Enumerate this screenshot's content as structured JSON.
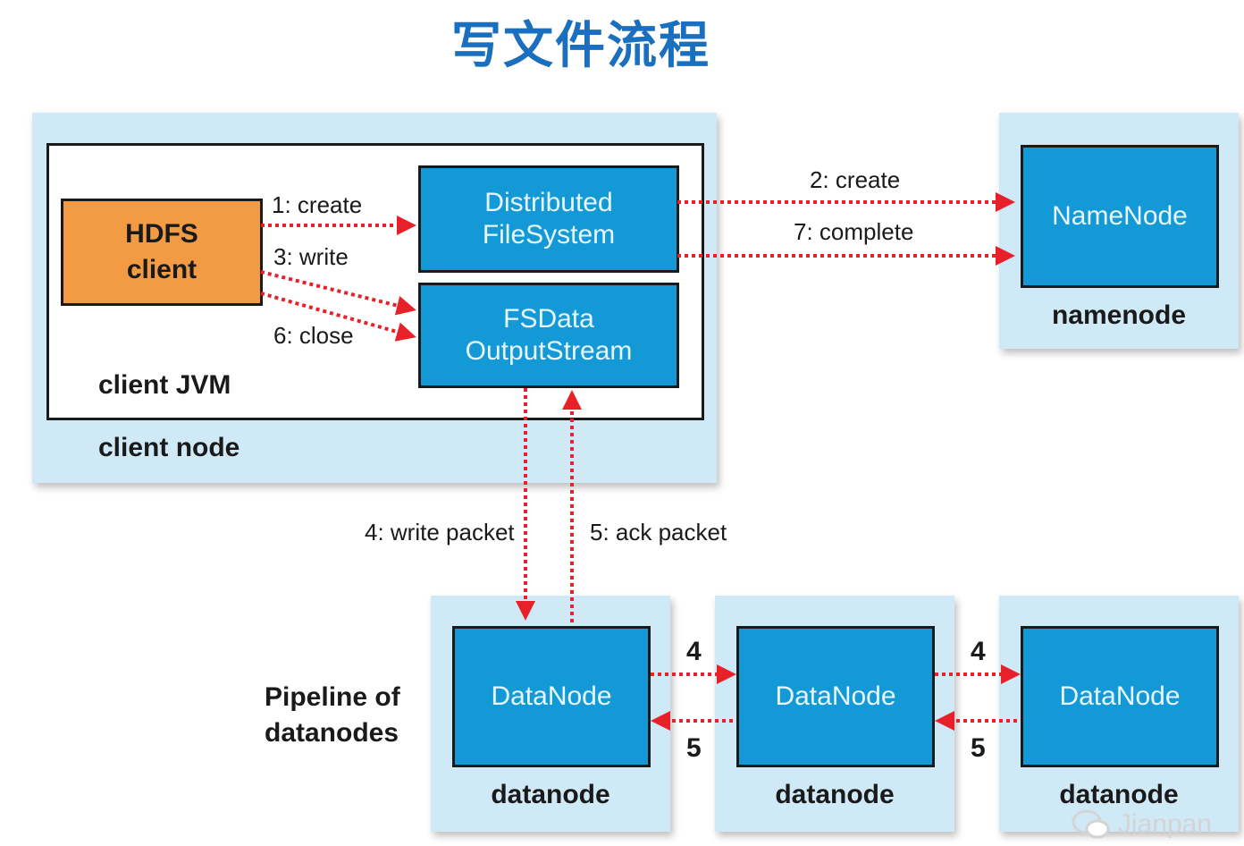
{
  "title": "写文件流程",
  "client": {
    "hdfs_client_line1": "HDFS",
    "hdfs_client_line2": "client",
    "jvm_label": "client JVM",
    "node_label": "client node",
    "dfs_line1": "Distributed",
    "dfs_line2": "FileSystem",
    "fsdos_line1": "FSData",
    "fsdos_line2": "OutputStream"
  },
  "namenode": {
    "box_label": "NameNode",
    "panel_label": "namenode"
  },
  "edges": {
    "create1": "1: create",
    "write3": "3: write",
    "close6": "6: close",
    "create2": "2: create",
    "complete7": "7: complete",
    "write_packet4": "4: write packet",
    "ack_packet5": "5: ack packet",
    "pipe_forward": "4",
    "pipe_back": "5"
  },
  "pipeline": {
    "label_line1": "Pipeline of",
    "label_line2": "datanodes",
    "datanodes": [
      {
        "box_label": "DataNode",
        "panel_label": "datanode"
      },
      {
        "box_label": "DataNode",
        "panel_label": "datanode"
      },
      {
        "box_label": "DataNode",
        "panel_label": "datanode"
      }
    ]
  },
  "watermark": "Jianpan",
  "colors": {
    "title": "#1a6fbf",
    "panel": "#cfe9f6",
    "blue_box": "#139ad6",
    "client_box": "#f39a45",
    "arrow": "#e8202a"
  }
}
